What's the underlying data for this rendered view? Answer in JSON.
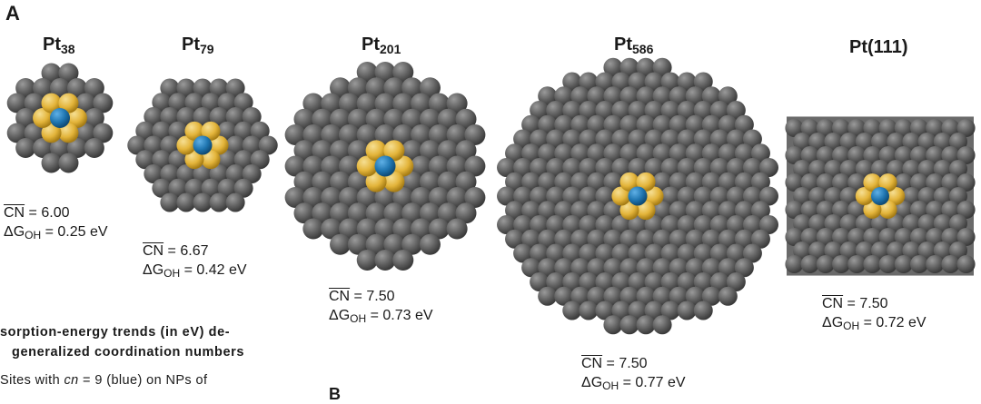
{
  "panel_label": "A",
  "panel_label_b": "B",
  "structures": [
    {
      "name": "Pt",
      "sub": "38",
      "cn_label": "CN",
      "cn_value": " = 6.00",
      "dg_label": "ΔG",
      "dg_sub": "OH",
      "dg_value": " = 0.25 eV"
    },
    {
      "name": "Pt",
      "sub": "79",
      "cn_label": "CN",
      "cn_value": " = 6.67",
      "dg_label": "ΔG",
      "dg_sub": "OH",
      "dg_value": " = 0.42 eV"
    },
    {
      "name": "Pt",
      "sub": "201",
      "cn_label": "CN",
      "cn_value": " = 7.50",
      "dg_label": "ΔG",
      "dg_sub": "OH",
      "dg_value": " = 0.73 eV"
    },
    {
      "name": "Pt",
      "sub": "586",
      "cn_label": "CN",
      "cn_value": " = 7.50",
      "dg_label": "ΔG",
      "dg_sub": "OH",
      "dg_value": " = 0.77 eV"
    },
    {
      "name": "Pt(111)",
      "sub": "",
      "cn_label": "CN",
      "cn_value": " = 7.50",
      "dg_label": "ΔG",
      "dg_sub": "OH",
      "dg_value": " = 0.72 eV"
    }
  ],
  "caption": {
    "line1": "sorption-energy trends (in eV) de-",
    "line2": "generalized coordination numbers",
    "line3_pre": "Sites with ",
    "line3_italic": "cn",
    "line3_post": " = 9 (blue) on NPs of"
  },
  "colors": {
    "pt_atom": "#5f5f5f",
    "neighbor_atom": "#e3b43a",
    "site_atom": "#1f75b0",
    "adsorbate": "#ffffff",
    "surface_bg": "#6a6a6a"
  }
}
